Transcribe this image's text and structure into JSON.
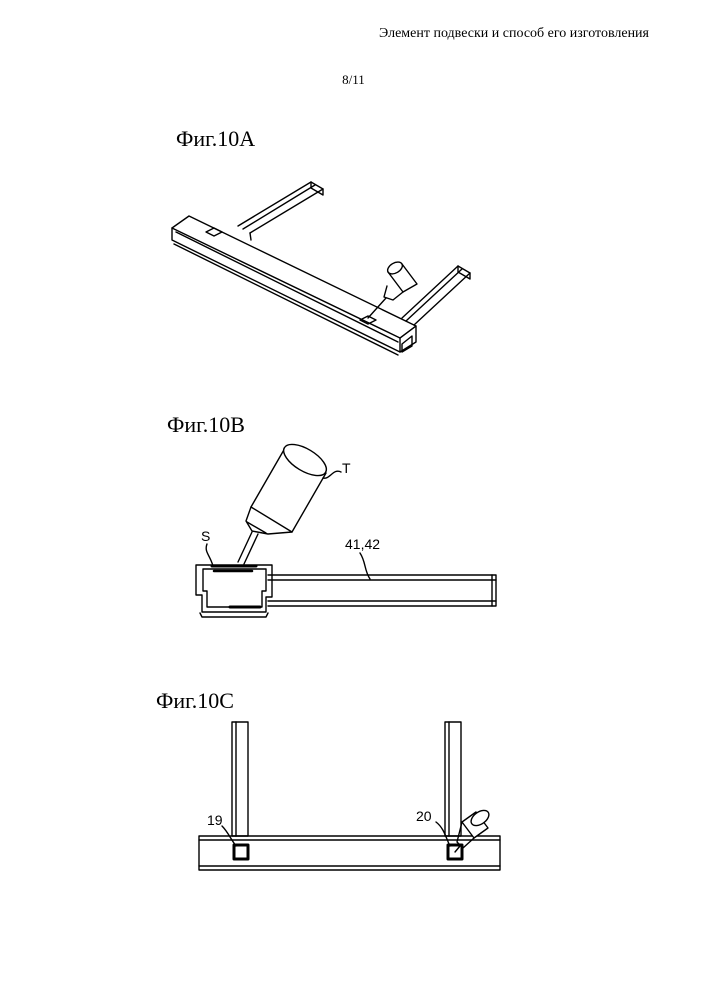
{
  "header": {
    "title": "Элемент подвески и способ его изготовления",
    "page_number": "8/11"
  },
  "figures": {
    "fig10a": {
      "label": "Фиг.10A"
    },
    "fig10b": {
      "label": "Фиг.10B",
      "refs": {
        "tool": "T",
        "section": "S",
        "members": "41,42"
      }
    },
    "fig10c": {
      "label": "Фиг.10C",
      "refs": {
        "left_hole": "19",
        "right_hole": "20"
      }
    }
  }
}
